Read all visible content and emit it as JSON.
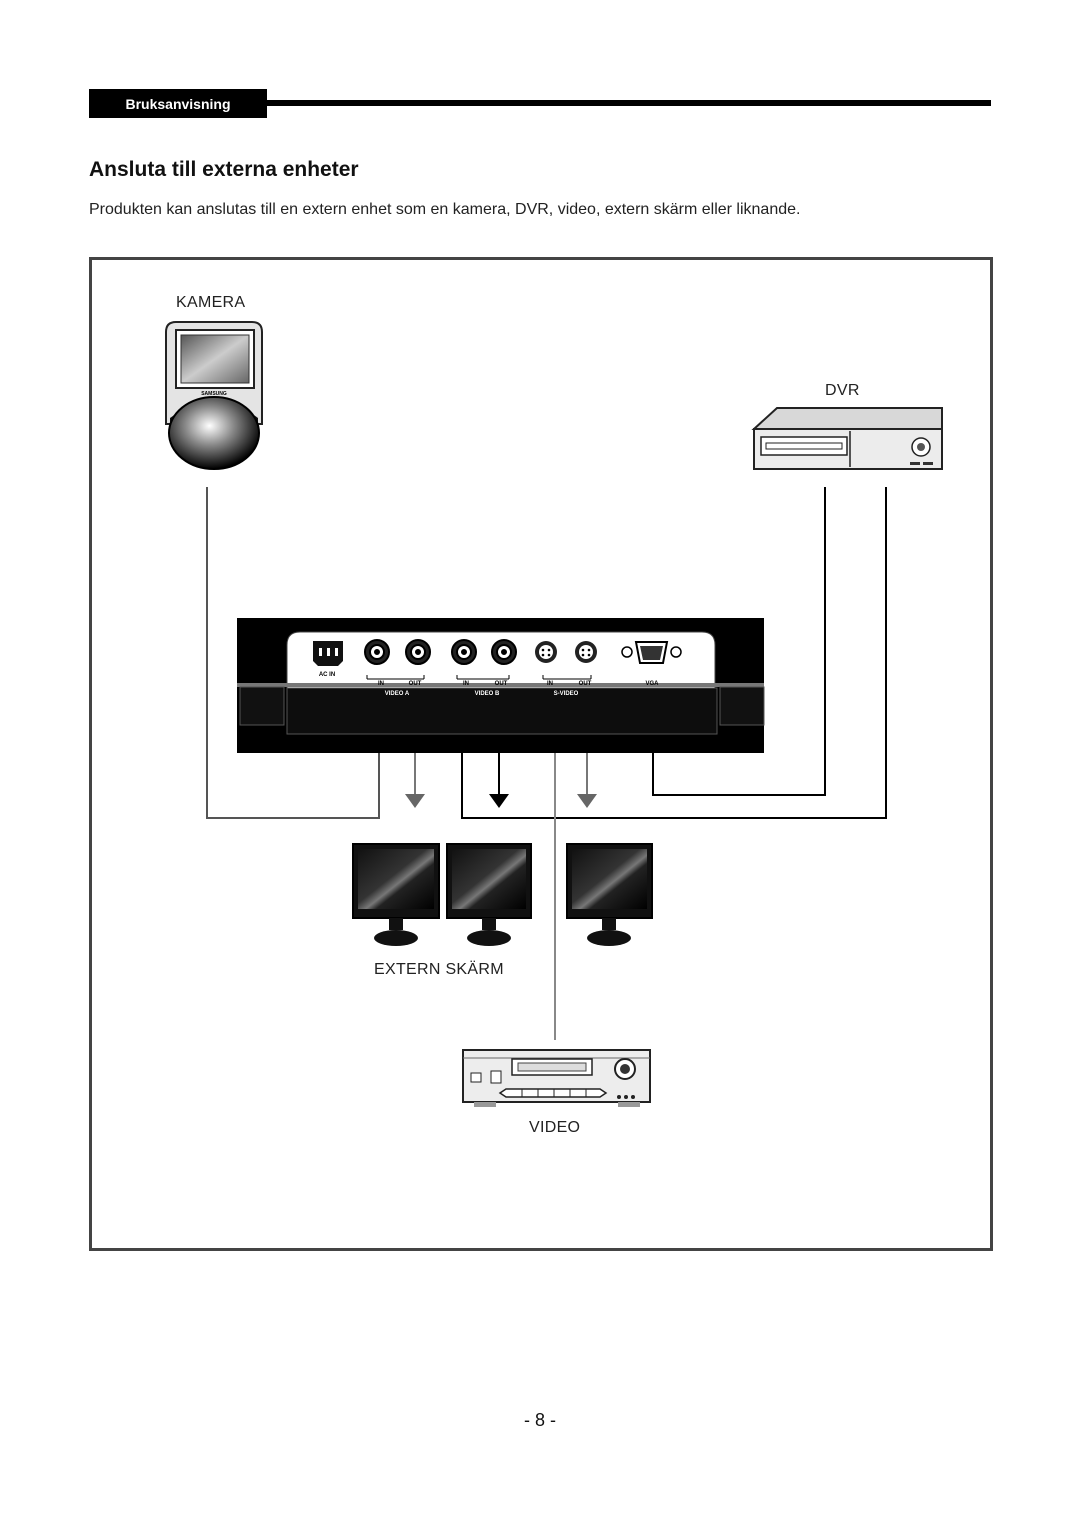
{
  "header": {
    "tab_label": "Bruksanvisning"
  },
  "section": {
    "title": "Ansluta till externa enheter",
    "intro": "Produkten kan anslutas till en extern enhet som en kamera, DVR, video, extern skärm eller liknande."
  },
  "diagram": {
    "labels": {
      "camera": "KAMERA",
      "dvr": "DVR",
      "extern_skarm": "EXTERN SKÄRM",
      "video": "VIDEO"
    },
    "camera_brand": "SAMSUNG",
    "panel_labels": {
      "ac_in": "AC IN",
      "in_a": "IN",
      "out_a": "OUT",
      "in_b": "IN",
      "out_b": "OUT",
      "in_s": "IN",
      "out_s": "OUT",
      "vga": "VGA",
      "video_a": "VIDEO A",
      "video_b": "VIDEO B",
      "s_video": "S-VIDEO"
    }
  },
  "footer": {
    "page_number": "- 8 -"
  }
}
